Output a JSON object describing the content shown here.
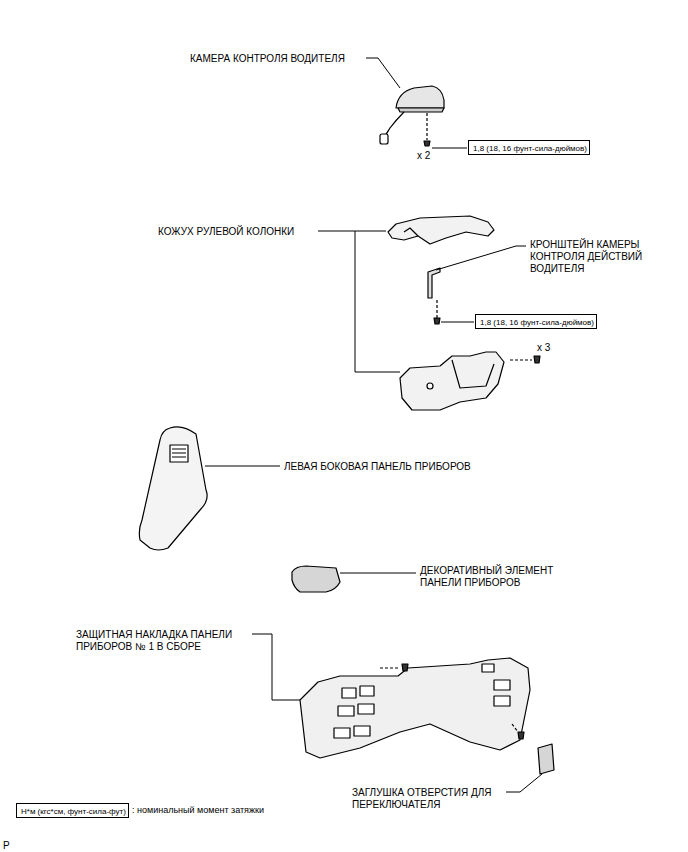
{
  "diagram": {
    "nodes": [
      {
        "text": [
          "1,8 (18, 16 фунт-сила-дюймов)"
        ]
      },
      {
        "text": [
          "1,8 (18, 16 фунт-сила-дюймов)"
        ]
      },
      {
        "text": [
          "Н*м (кгс*см, фунт-сила-фут)"
        ]
      }
    ],
    "labels": [
      "КАМЕРА КОНТРОЛЯ ВОДИТЕЛЯ",
      "x 2",
      "КОЖУХ РУЛЕВОЙ КОЛОНКИ",
      "КРОНШТЕЙН КАМЕРЫ КОНТРОЛЯ ДЕЙСТВИЙ ВОДИТЕЛЯ",
      "x 3",
      "ЛЕВАЯ БОКОВАЯ ПАНЕЛЬ ПРИБОРОВ",
      "ДЕКОРАТИВНЫЙ ЭЛЕМЕНТ ПАНЕЛИ ПРИБОРОВ",
      "ЗАЩИТНАЯ НАКЛАДКА ПАНЕЛИ ПРИБОРОВ № 1 В СБОРЕ",
      "ЗАГЛУШКА ОТВЕРСТИЯ ДЛЯ ПЕРЕКЛЮЧАТЕЛЯ",
      ": номинальный момент затяжки",
      "P"
    ]
  }
}
